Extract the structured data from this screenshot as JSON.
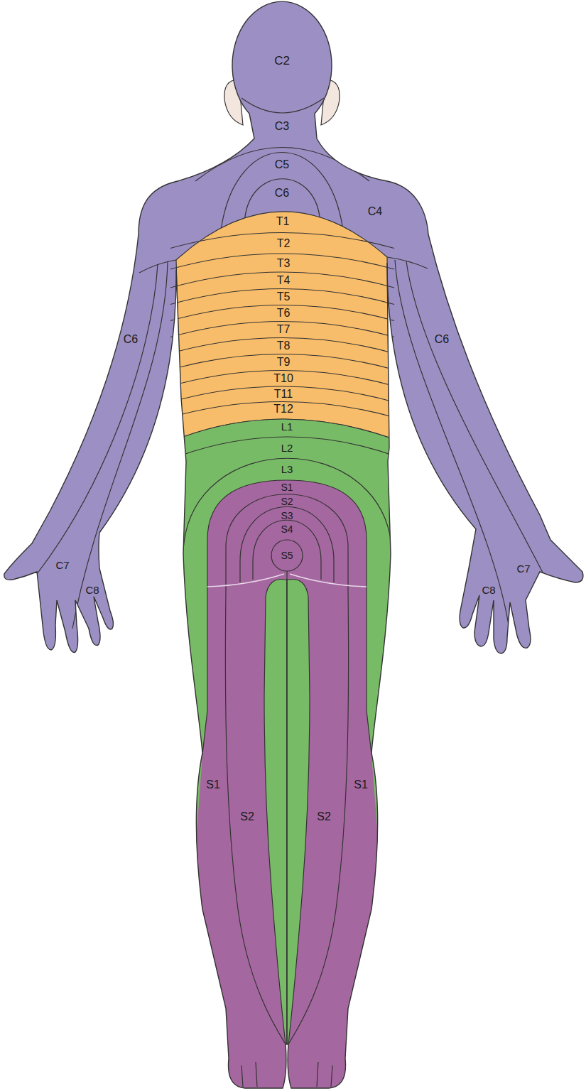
{
  "diagram": {
    "labels": [
      "C2",
      "C3",
      "C5",
      "C6",
      "C4",
      "T1",
      "T2",
      "T3",
      "T4",
      "T5",
      "T6",
      "T7",
      "C6",
      "C6",
      "T8",
      "T9",
      "T10",
      "T11",
      "T12",
      "L1",
      "L2",
      "L3",
      "S1",
      "S2",
      "S3",
      "S4",
      "S5",
      "C7",
      "C7",
      "C8",
      "C8",
      "S1",
      "S1",
      "S2",
      "S2"
    ]
  }
}
